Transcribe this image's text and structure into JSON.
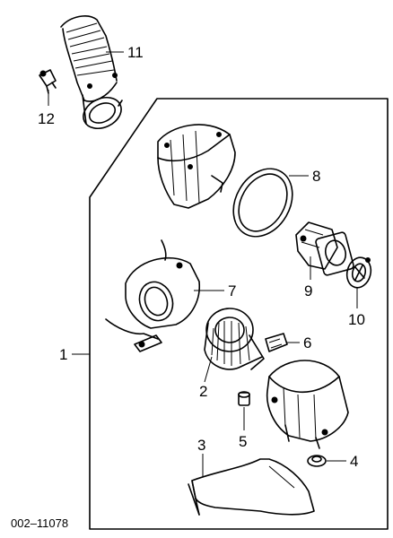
{
  "figure_code": "002–11078",
  "callouts": {
    "c1": "1",
    "c2": "2",
    "c3": "3",
    "c4": "4",
    "c5": "5",
    "c6": "6",
    "c7": "7",
    "c8": "8",
    "c9": "9",
    "c10": "10",
    "c11": "11",
    "c12": "12"
  }
}
